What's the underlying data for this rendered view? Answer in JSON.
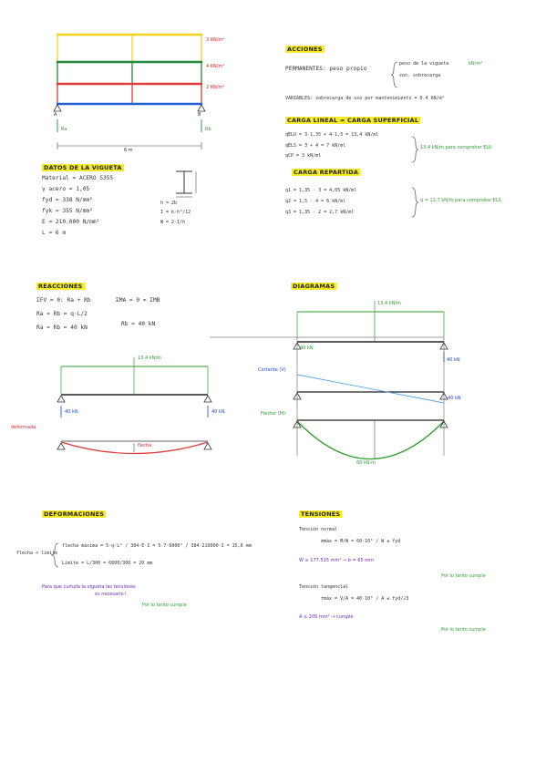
{
  "page": {
    "bg": "#ffffff"
  },
  "colors": {
    "yellow": "#f2d21c",
    "green": "#1f8a3a",
    "red": "#e03a3a",
    "blue": "#2060d0",
    "purple": "#6b2bb5"
  },
  "load_diagram": {
    "label_top": "3 KN/m²",
    "label_mid": "4 KN/m²",
    "label_bot": "2 KN/m²",
    "support_a": "A",
    "support_b": "B",
    "r_a": "Ra",
    "r_b": "Rb",
    "span": "6 m"
  },
  "datos": {
    "title": "DATOS DE LA VIGUETA",
    "lines": [
      "Material = ACERO S355",
      "γ acero = 1,05",
      "fyd = 338 N/mm²",
      "fyk = 355 N/mm²",
      "E = 210.000 N/mm²",
      "L = 6 m"
    ],
    "section_lines": [
      "h = 2b",
      "I = b·h³/12",
      "W = 2·I/h"
    ]
  },
  "acciones": {
    "title": "ACCIONES",
    "permanentes": "PERMANENTES: peso propio",
    "perm_a": "peso de la vigueta",
    "perm_b": "con. sobrecarga",
    "perm_c": "kN/m²",
    "variables": "VARIABLES: sobrecarga de uso por mantenimiento = 0.4 kN/m²",
    "elu_title": "CARGA LINEAL = CARGA SUPERFICIAL",
    "elu_lines": [
      "qELU = 3·1,35 + 4·1,5 = 13,4 kN/ml",
      "qELS = 3 + 4 = 7 kN/ml",
      "qCP = 3 kN/ml"
    ],
    "elu_note": "13,4 kN/m para comprobar ELU",
    "els_title": "CARGA REPARTIDA",
    "els_lines": [
      "q1 = 1,35 · 3 = 4,05 kN/ml",
      "q2 = 1,5 · 4 = 6 kN/ml",
      "q3 = 1,35 · 2 = 2,7 kN/ml"
    ],
    "els_note": "q = 12,7 kN/m para comprobar ELS"
  },
  "reacciones": {
    "title": "REACCIONES",
    "l1": "ΣFV = 0: Ra + Rb",
    "l2": "ΣMA = 0 = ΣMB",
    "l3": "Ra = Rb = q·L/2",
    "l4": "Ra = Rb = 40 kN",
    "l5": "Rb = 40 kN",
    "load": "13,4 kN/m",
    "ra": "40 kN",
    "rb": "40 kN",
    "deform": "deformada",
    "flecha": "flecha"
  },
  "diagramas": {
    "title": "DIAGRAMAS",
    "load": "13,4 kN/m",
    "ra": "40 kN",
    "rb": "40 kN",
    "v_label": "Cortante (V)",
    "v_max": "40 kN",
    "m_label": "Flector (M)",
    "m_max": "60 kN·m"
  },
  "deformaciones": {
    "title": "DEFORMACIONES",
    "l1": "flecha máxima = 5·q·L⁴ / 384·E·I = 5·7·6000⁴ / 384·210000·I = 15,6 mm",
    "l2": "Limite = L/300 = 6000/300 = 20 mm",
    "l3": "flecha < limite",
    "l4": "Para que cumpla la vigueta las tensiones",
    "l5": "es necesario I",
    "l6": "Por lo tanto cumple"
  },
  "tensiones": {
    "title": "TENSIONES",
    "l1": "Tensión normal",
    "l2": "σmáx = M/W = 60·10⁶ / W ≤ fyd",
    "l3": "W ≥ 177.515 mm³ → b = 65 mm",
    "l4": "Por lo tanto cumple",
    "l5": "Tensión tangencial",
    "l6": "τmáx = V/A = 40·10³ / A ≤ fyd/√3",
    "l7": "A ≥ 205 mm² → cumple",
    "l8": "Por lo tanto cumple"
  }
}
